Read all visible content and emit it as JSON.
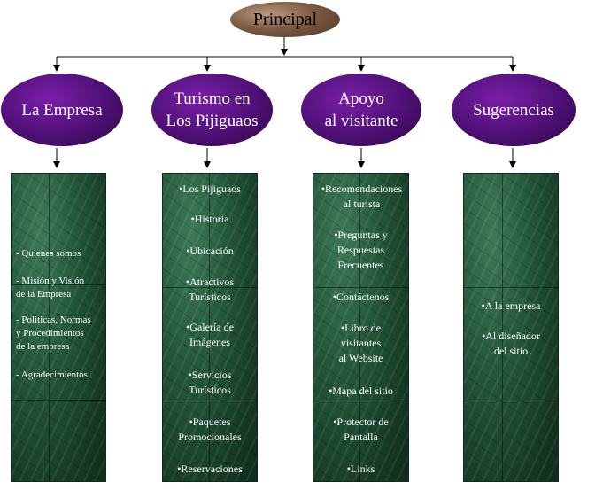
{
  "root": {
    "label": "Principal"
  },
  "categories": [
    {
      "label": "La Empresa"
    },
    {
      "label": "Turismo en\nLos Pijiguaos"
    },
    {
      "label": "Apoyo\nal visitante"
    },
    {
      "label": "Sugerencias"
    }
  ],
  "panels": [
    {
      "items": [
        "- Quienes somos",
        "- Misión y Visión\n  de la Empresa",
        "- Politicas, Normas\ny Procedimientos\n  de la empresa",
        "- Agradecimientos"
      ]
    },
    {
      "items": [
        "•Los Pijiguaos",
        "•Historia",
        "•Ubicación",
        "•Atractivos\nTurísticos",
        "•Galería de\nImágenes",
        "•Servicios\nTurísticos",
        "•Paquetes\nPromocionales",
        "•Reservaciones"
      ]
    },
    {
      "items": [
        "•Recomendaciones\nal turista",
        "•Preguntas y\nRespuestas\nFrecuentes",
        "•Contáctenos",
        "•Libro de\nvisitantes\nal Website",
        "•Mapa del sitio",
        "•Protector de\nPantalla",
        "•Links"
      ]
    },
    {
      "items": [
        "•A la empresa",
        "•Al diseñador\ndel sitio"
      ]
    }
  ]
}
